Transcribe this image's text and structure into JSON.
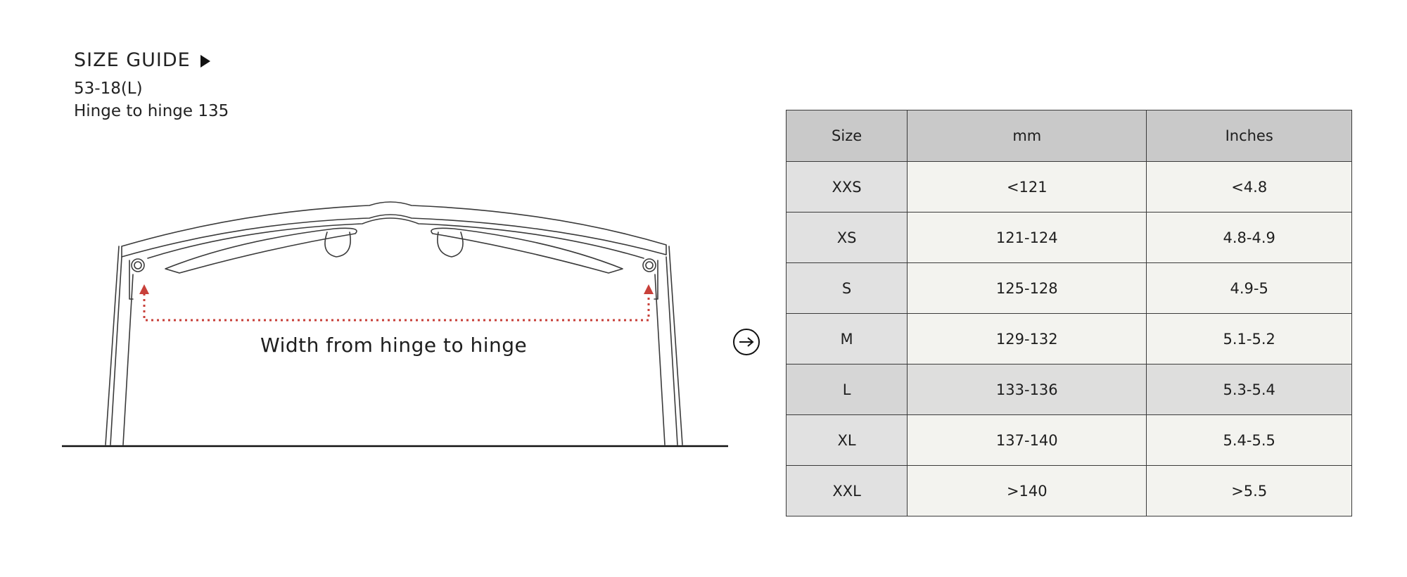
{
  "header": {
    "title": "SIZE GUIDE",
    "model": "53-18(L)",
    "hinge_line": "Hinge to hinge 135"
  },
  "diagram": {
    "measure_label": "Width from hinge to hinge",
    "arrow_color": "#c8403a"
  },
  "table": {
    "headers": [
      "Size",
      "mm",
      "Inches"
    ],
    "rows": [
      {
        "size": "XXS",
        "mm": "<121",
        "inches": "<4.8"
      },
      {
        "size": "XS",
        "mm": "121-124",
        "inches": "4.8-4.9"
      },
      {
        "size": "S",
        "mm": "125-128",
        "inches": "4.9-5"
      },
      {
        "size": "M",
        "mm": "129-132",
        "inches": "5.1-5.2"
      },
      {
        "size": "L",
        "mm": "133-136",
        "inches": "5.3-5.4"
      },
      {
        "size": "XL",
        "mm": "137-140",
        "inches": "5.4-5.5"
      },
      {
        "size": "XXL",
        "mm": ">140",
        "inches": ">5.5"
      }
    ]
  },
  "icons": {
    "title_toggle": "play-triangle-icon",
    "table_nav": "arrow-right-circle-icon"
  }
}
